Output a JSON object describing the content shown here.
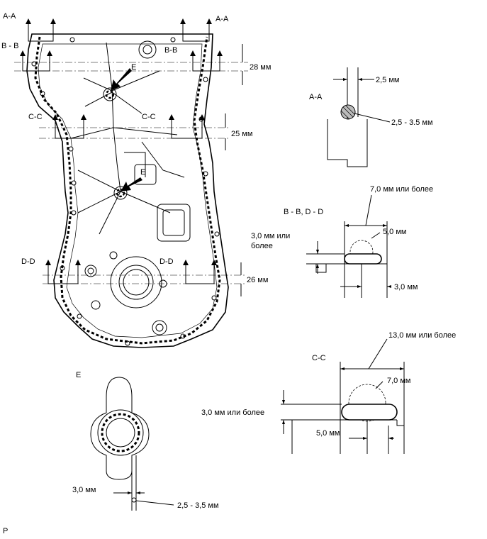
{
  "main": {
    "labels": {
      "aa_top_left": "A-A",
      "aa_top_right": "A-A",
      "bb_left": "B - B",
      "bb_right": "B-B",
      "e_upper": "E",
      "e_lower": "E",
      "cc_left": "C-C",
      "cc_mid": "C-C",
      "dd_left": "D-D",
      "dd_right": "D-D",
      "dim_28": "28 мм",
      "dim_25": "25 мм",
      "dim_26": "26 мм"
    }
  },
  "detail_aa": {
    "title": "A-A",
    "width": "2,5 мм",
    "bead": "2,5 - 3.5 мм"
  },
  "detail_bb": {
    "title": "B - B, D - D",
    "min_width": "7,0 мм или более",
    "bead": "5,0 мм",
    "height_line1": "3,0 мм или",
    "height_line2": "более",
    "offset": "3,0 мм"
  },
  "detail_cc": {
    "title": "C-C",
    "min_width": "13,0 мм или более",
    "bead": "7,0 мм",
    "height": "3,0 мм или более",
    "offset": "5,0 мм"
  },
  "detail_e": {
    "title": "E",
    "width": "3,0 мм",
    "bead": "2,5 - 3,5 мм"
  },
  "footer": {
    "mark": "P"
  }
}
